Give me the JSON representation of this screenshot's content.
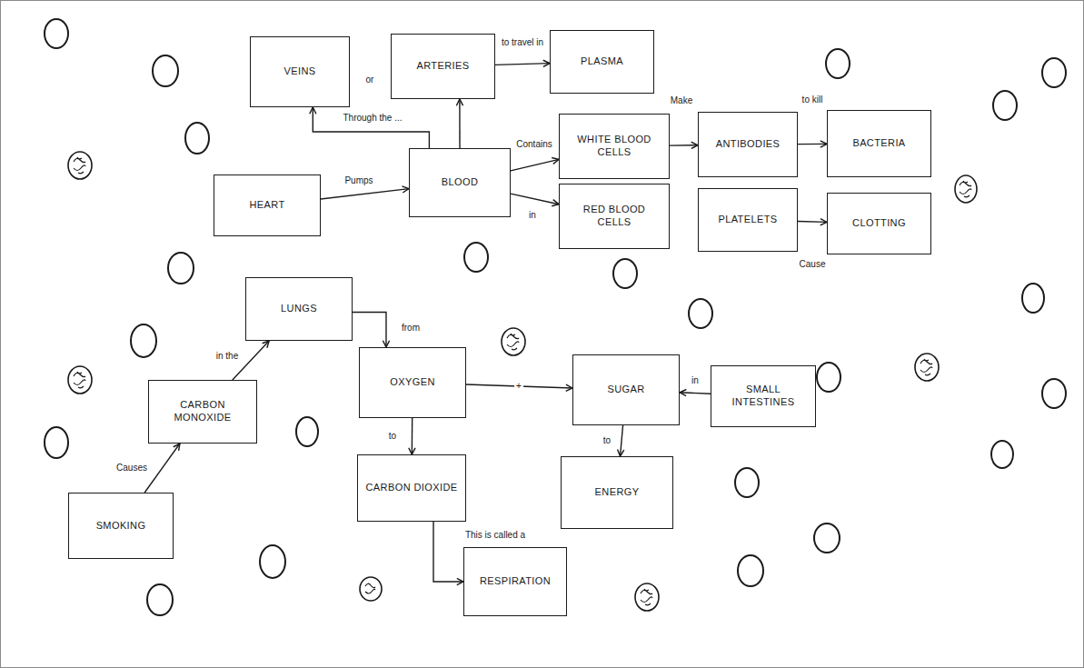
{
  "diagram": {
    "nodes": [
      {
        "text": [
          "VEINS"
        ]
      },
      {
        "text": [
          "ARTERIES"
        ]
      },
      {
        "text": [
          "PLASMA"
        ]
      },
      {
        "text": [
          "WHITE BLOOD CELLS"
        ]
      },
      {
        "text": [
          "ANTIBODIES"
        ]
      },
      {
        "text": [
          "BACTERIA"
        ]
      },
      {
        "text": [
          "HEART"
        ]
      },
      {
        "text": [
          "BLOOD"
        ]
      },
      {
        "text": [
          "RED BLOOD CELLS"
        ]
      },
      {
        "text": [
          "PLATELETS"
        ]
      },
      {
        "text": [
          "CLOTTING"
        ]
      },
      {
        "text": [
          "LUNGS"
        ]
      },
      {
        "text": [
          "OXYGEN"
        ]
      },
      {
        "text": [
          "SUGAR"
        ]
      },
      {
        "text": [
          "SMALL INTESTINES"
        ]
      },
      {
        "text": [
          "CARBON MONOXIDE"
        ]
      },
      {
        "text": [
          "CARBON DIOXIDE"
        ]
      },
      {
        "text": [
          "ENERGY"
        ]
      },
      {
        "text": [
          "SMOKING"
        ]
      },
      {
        "text": [
          "RESPIRATION"
        ]
      }
    ],
    "edges": [
      {
        "from": 6,
        "to": 7,
        "arrow": "to",
        "label": "Pumps"
      },
      {
        "from": 7,
        "to": 0,
        "arrow": "to",
        "label": "Through the ..."
      },
      {
        "from": 7,
        "to": 1,
        "arrow": "to"
      },
      {
        "from": 1,
        "to": 2,
        "arrow": "to",
        "label": "to travel in"
      },
      {
        "from": 7,
        "to": 3,
        "arrow": "to",
        "label": "Contains"
      },
      {
        "from": 7,
        "to": 8,
        "arrow": "to",
        "label": "in"
      },
      {
        "from": 3,
        "to": 4,
        "arrow": "to",
        "label": "Make"
      },
      {
        "from": 4,
        "to": 5,
        "arrow": "to",
        "label": "to kill"
      },
      {
        "from": 9,
        "to": 10,
        "arrow": "to",
        "label": "Cause"
      },
      {
        "from": 11,
        "to": 12,
        "arrow": "to",
        "label": "from"
      },
      {
        "from": 15,
        "to": 11,
        "arrow": "to",
        "label": "in the"
      },
      {
        "from": 18,
        "to": 15,
        "arrow": "to",
        "label": "Causes"
      },
      {
        "from": 12,
        "to": 13,
        "arrow": "to",
        "label": "+"
      },
      {
        "from": 14,
        "to": 13,
        "arrow": "to",
        "label": "in"
      },
      {
        "from": 12,
        "to": 16,
        "arrow": "to",
        "label": "to"
      },
      {
        "from": 13,
        "to": 17,
        "arrow": "to",
        "label": "to"
      },
      {
        "from": 16,
        "to": 19,
        "arrow": "to",
        "label": "This is called a"
      }
    ],
    "labels": [
      "or"
    ]
  }
}
